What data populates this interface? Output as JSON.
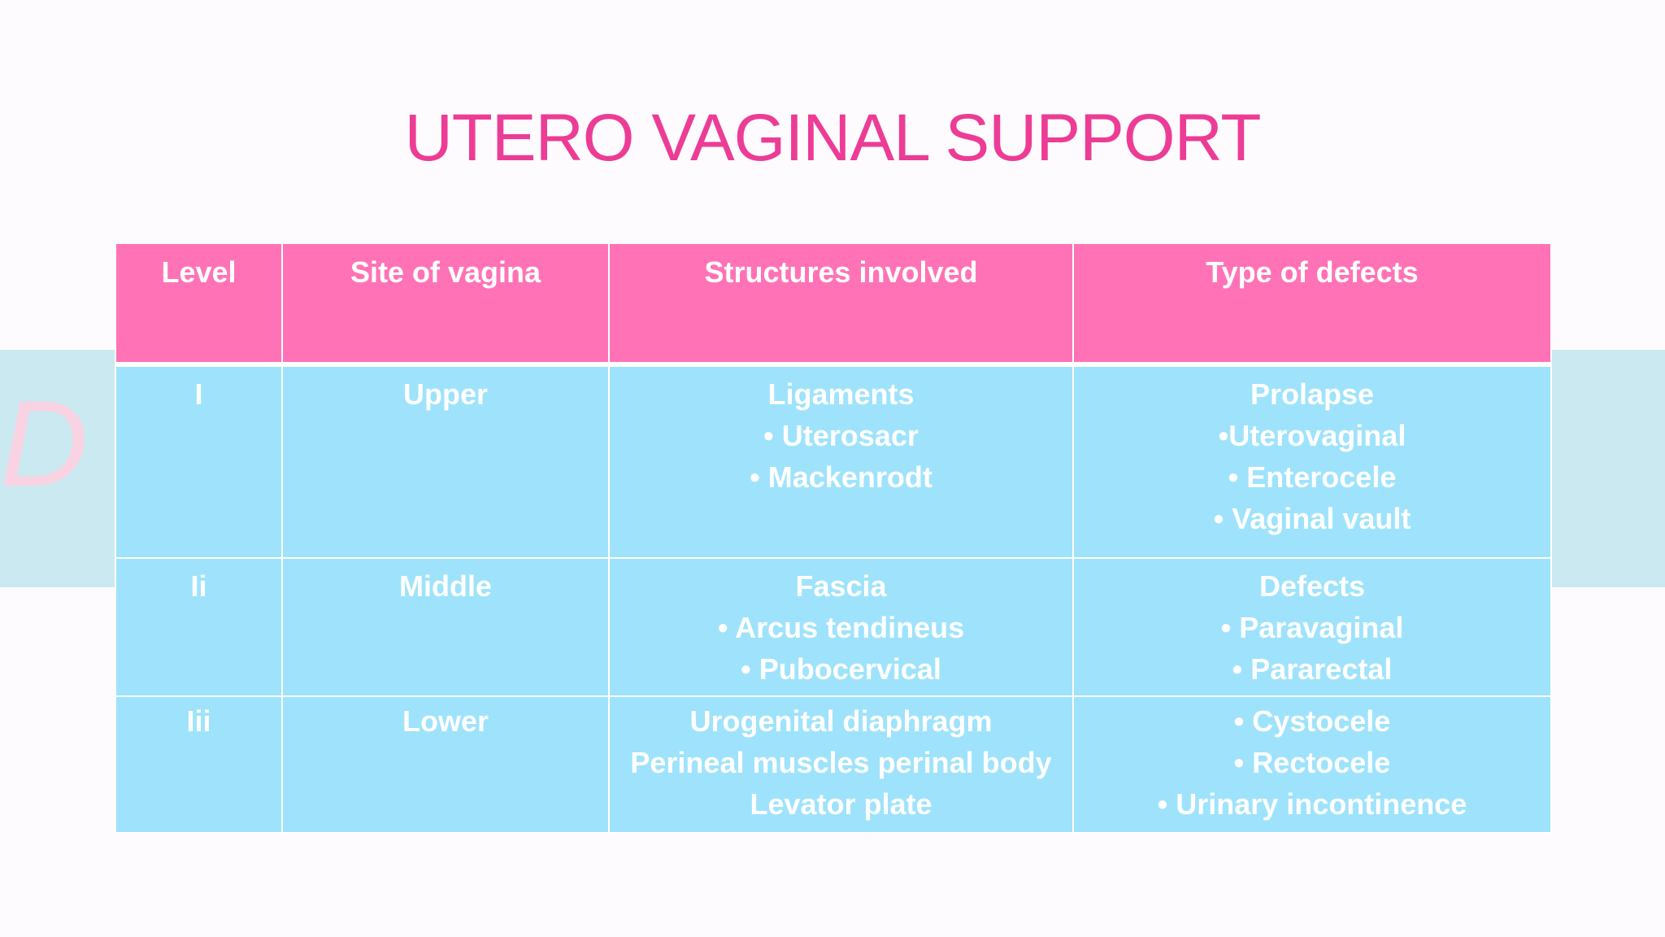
{
  "slide": {
    "title": "UTERO VAGINAL SUPPORT",
    "watermark_text": "D",
    "colors": {
      "title": "#ec3c96",
      "header_fill": "#ff73b6",
      "body_fill": "#9ee3fb",
      "band": "#cbe9f1",
      "text_on_table": "#ffffff"
    }
  },
  "table": {
    "headers": [
      "Level",
      "Site of vagina",
      "Structures involved",
      "Type of defects"
    ],
    "rows": [
      {
        "level": "I",
        "site": "Upper",
        "structures": [
          "Ligaments",
          "•   Uterosacr",
          "•   Mackenrodt"
        ],
        "defects": [
          "Prolapse",
          "•Uterovaginal",
          "• Enterocele",
          "• Vaginal vault"
        ]
      },
      {
        "level": "Ii",
        "site": "Middle",
        "structures": [
          "Fascia",
          "• Arcus tendineus",
          "• Pubocervical"
        ],
        "defects": [
          "Defects",
          "• Paravaginal",
          "• Pararectal"
        ]
      },
      {
        "level": "Iii",
        "site": "Lower",
        "structures": [
          "Urogenital diaphragm",
          "Perineal muscles perinal body",
          "Levator plate"
        ],
        "defects": [
          "• Cystocele",
          "• Rectocele",
          "• Urinary incontinence"
        ]
      }
    ]
  }
}
